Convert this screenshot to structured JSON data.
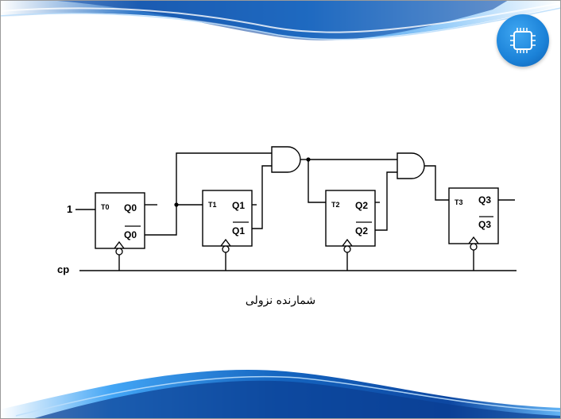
{
  "slide": {
    "caption": "شمارنده نزولی",
    "badge_icon": "chip-icon",
    "accent_color": "#1b82d8"
  },
  "diagram": {
    "input_label": "1",
    "clock_label": "cp",
    "flip_flops": [
      {
        "t": "T0",
        "q": "Q0",
        "qbar": "Q0"
      },
      {
        "t": "T1",
        "q": "Q1",
        "qbar": "Q1"
      },
      {
        "t": "T2",
        "q": "Q2",
        "qbar": "Q2"
      },
      {
        "t": "T3",
        "q": "Q3",
        "qbar": "Q3"
      }
    ],
    "gates": [
      "and-gate",
      "and-gate"
    ]
  }
}
